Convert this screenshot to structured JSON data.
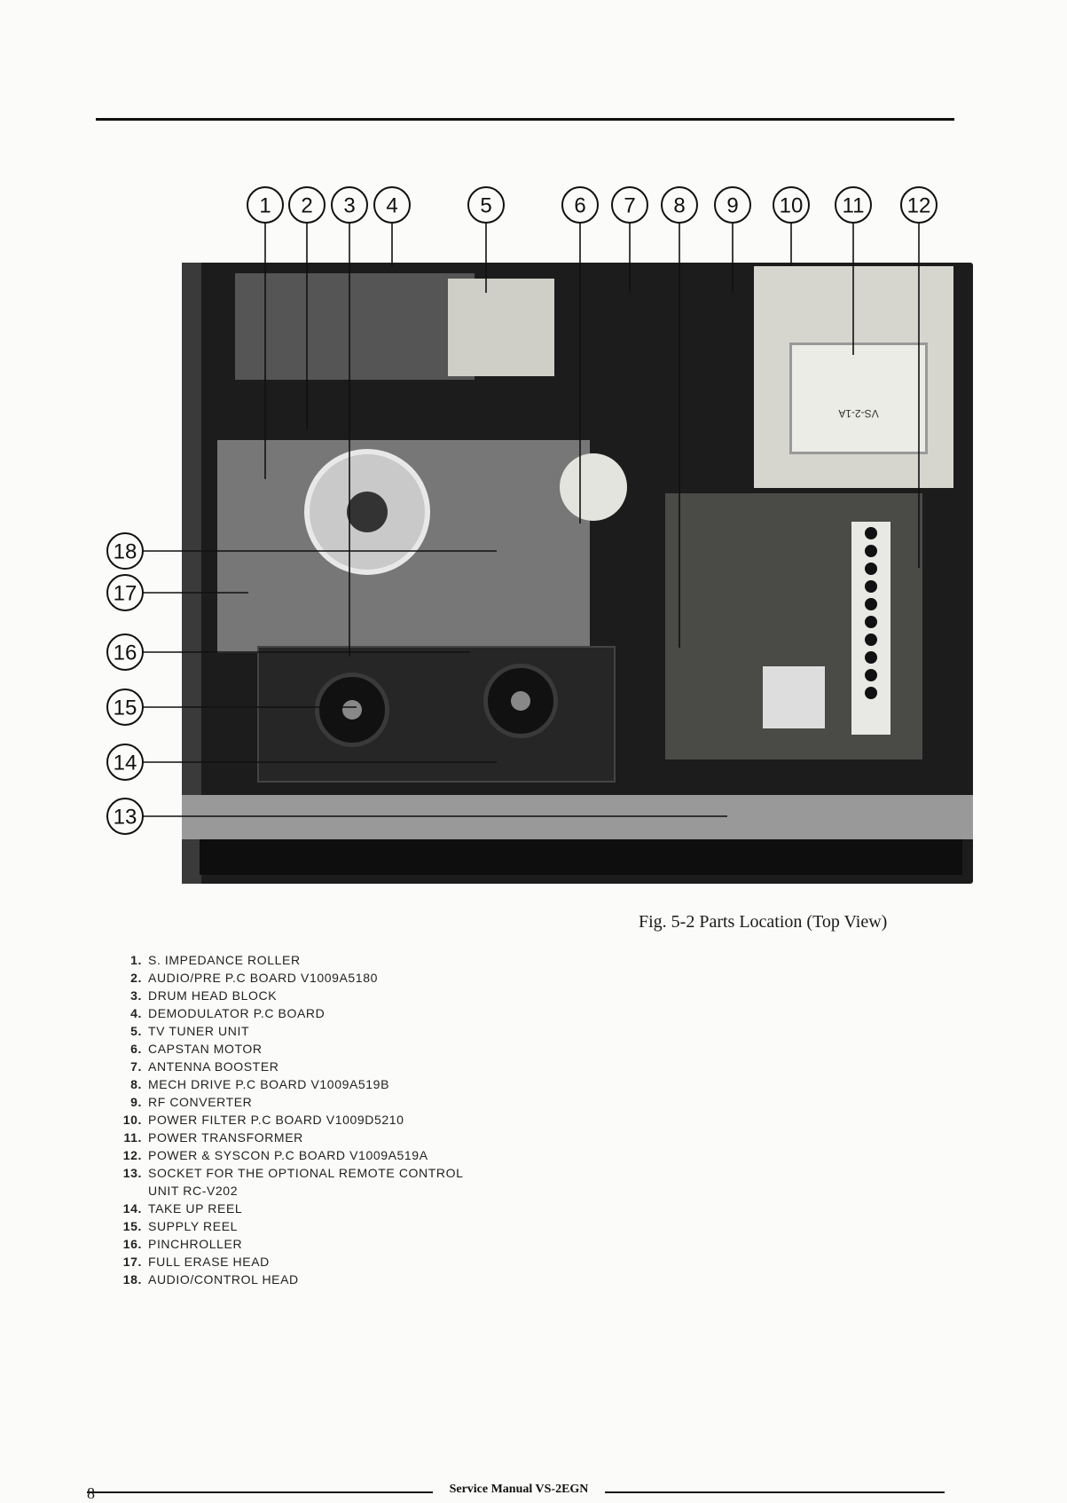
{
  "callouts": [
    {
      "label": "1"
    },
    {
      "label": "2"
    },
    {
      "label": "3"
    },
    {
      "label": "4"
    },
    {
      "label": "5"
    },
    {
      "label": "6"
    },
    {
      "label": "7"
    },
    {
      "label": "8"
    },
    {
      "label": "9"
    },
    {
      "label": "10"
    },
    {
      "label": "11"
    },
    {
      "label": "12"
    },
    {
      "label": "13"
    },
    {
      "label": "14"
    },
    {
      "label": "15"
    },
    {
      "label": "16"
    },
    {
      "label": "17"
    },
    {
      "label": "18"
    }
  ],
  "photo_label": "VS-2-1A",
  "caption": "Fig. 5-2  Parts Location (Top View)",
  "parts": [
    {
      "num": "1.",
      "text": "S. IMPEDANCE ROLLER"
    },
    {
      "num": "2.",
      "text": "AUDIO/PRE P.C BOARD V1009A5180"
    },
    {
      "num": "3.",
      "text": "DRUM HEAD BLOCK"
    },
    {
      "num": "4.",
      "text": "DEMODULATOR P.C BOARD"
    },
    {
      "num": "5.",
      "text": "TV TUNER UNIT"
    },
    {
      "num": "6.",
      "text": "CAPSTAN MOTOR"
    },
    {
      "num": "7.",
      "text": "ANTENNA BOOSTER"
    },
    {
      "num": "8.",
      "text": "MECH DRIVE P.C BOARD V1009A519B"
    },
    {
      "num": "9.",
      "text": "RF CONVERTER"
    },
    {
      "num": "10.",
      "text": "POWER FILTER P.C BOARD V1009D5210"
    },
    {
      "num": "11.",
      "text": "POWER TRANSFORMER"
    },
    {
      "num": "12.",
      "text": "POWER & SYSCON P.C BOARD V1009A519A"
    },
    {
      "num": "13.",
      "text": "SOCKET FOR THE OPTIONAL REMOTE CONTROL"
    },
    {
      "num": "",
      "text": "UNIT RC-V202"
    },
    {
      "num": "14.",
      "text": "TAKE UP REEL"
    },
    {
      "num": "15.",
      "text": "SUPPLY REEL"
    },
    {
      "num": "16.",
      "text": "PINCHROLLER"
    },
    {
      "num": "17.",
      "text": "FULL ERASE HEAD"
    },
    {
      "num": "18.",
      "text": "AUDIO/CONTROL HEAD"
    }
  ],
  "footer": {
    "text": "Service Manual VS-2EGN",
    "page_number": "8"
  }
}
